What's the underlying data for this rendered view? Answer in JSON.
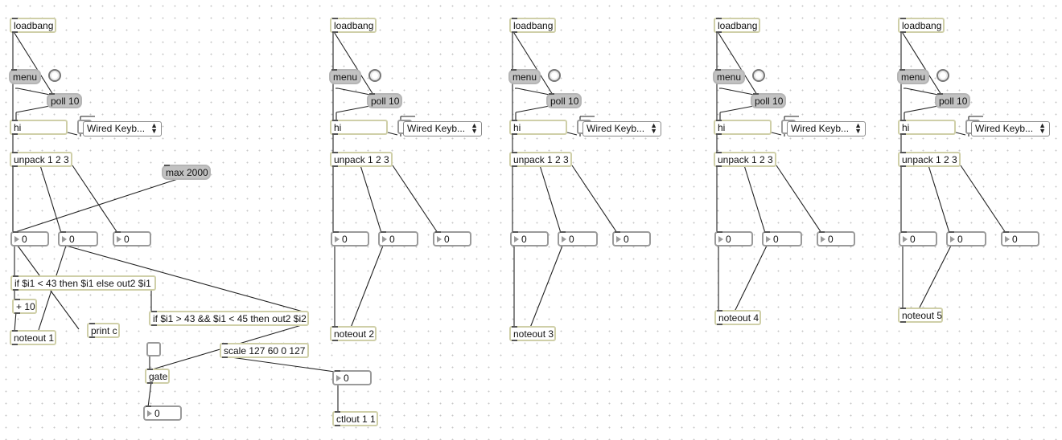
{
  "patch": {
    "groups": [
      {
        "id": "g1",
        "loadbang": "loadbang",
        "menu": "menu",
        "poll": "poll 10",
        "hi": "hi",
        "keyboard": "Wired Keyb...",
        "unpack": "unpack 1 2 3",
        "max": "max 2000",
        "num1": "0",
        "num2": "0",
        "num3": "0",
        "if1": "if $i1 < 43 then $i1 else out2 $i1",
        "plus": "+ 10",
        "noteout": "noteout 1",
        "print": "print c",
        "if2": "if $i1 > 43 && $i1 < 45 then out2 $i2",
        "gate": "gate",
        "gate_num": "0",
        "scale": "scale 127 60 0 127",
        "ctl_num": "0",
        "ctlout": "ctlout 1 1"
      },
      {
        "id": "g2",
        "loadbang": "loadbang",
        "menu": "menu",
        "poll": "poll 10",
        "hi": "hi",
        "keyboard": "Wired Keyb...",
        "unpack": "unpack 1 2 3",
        "num1": "0",
        "num2": "0",
        "num3": "0",
        "noteout": "noteout 2"
      },
      {
        "id": "g3",
        "loadbang": "loadbang",
        "menu": "menu",
        "poll": "poll 10",
        "hi": "hi",
        "keyboard": "Wired Keyb...",
        "unpack": "unpack 1 2 3",
        "num1": "0",
        "num2": "0",
        "num3": "0",
        "noteout": "noteout 3"
      },
      {
        "id": "g4",
        "loadbang": "loadbang",
        "menu": "menu",
        "poll": "poll 10",
        "hi": "hi",
        "keyboard": "Wired Keyb...",
        "unpack": "unpack 1 2 3",
        "num1": "0",
        "num2": "0",
        "num3": "0",
        "noteout": "noteout 4"
      },
      {
        "id": "g5",
        "loadbang": "loadbang",
        "menu": "menu",
        "poll": "poll 10",
        "hi": "hi",
        "keyboard": "Wired Keyb...",
        "unpack": "unpack 1 2 3",
        "num1": "0",
        "num2": "0",
        "num3": "0",
        "noteout": "noteout 5"
      }
    ],
    "icons": {
      "bang": "bang-icon",
      "toggle": "toggle-icon",
      "menu_arrows": "updown-arrows-icon"
    },
    "menu_arrow_glyphs": "▲▼"
  }
}
